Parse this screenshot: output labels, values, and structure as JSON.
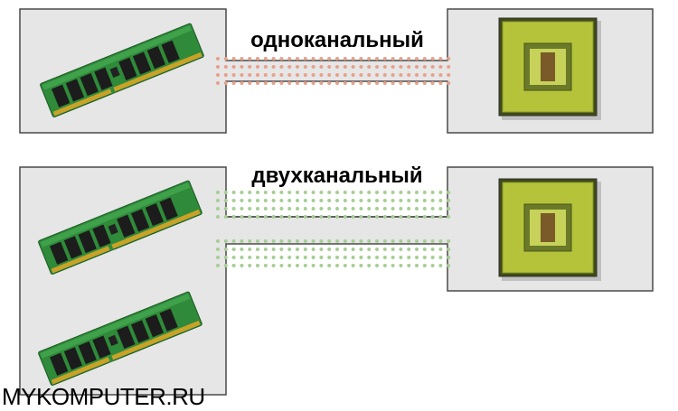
{
  "diagram": {
    "single_channel_label": "одноканальный",
    "dual_channel_label": "двухканальный"
  },
  "watermark": "MYKOMPUTER.RU",
  "colors": {
    "panel_fill": "#e6e6e6",
    "panel_stroke": "#4a4a4a",
    "single_channel_dots": "#e8a08a",
    "dual_channel_dots": "#a6cf94",
    "ram_pcb": "#2f8a3a",
    "ram_chip": "#1c1c1c",
    "cpu_pins": "#b4c33a",
    "cpu_die": "#6a7a28"
  },
  "icons": [
    "ram-module-icon",
    "cpu-chip-icon"
  ]
}
